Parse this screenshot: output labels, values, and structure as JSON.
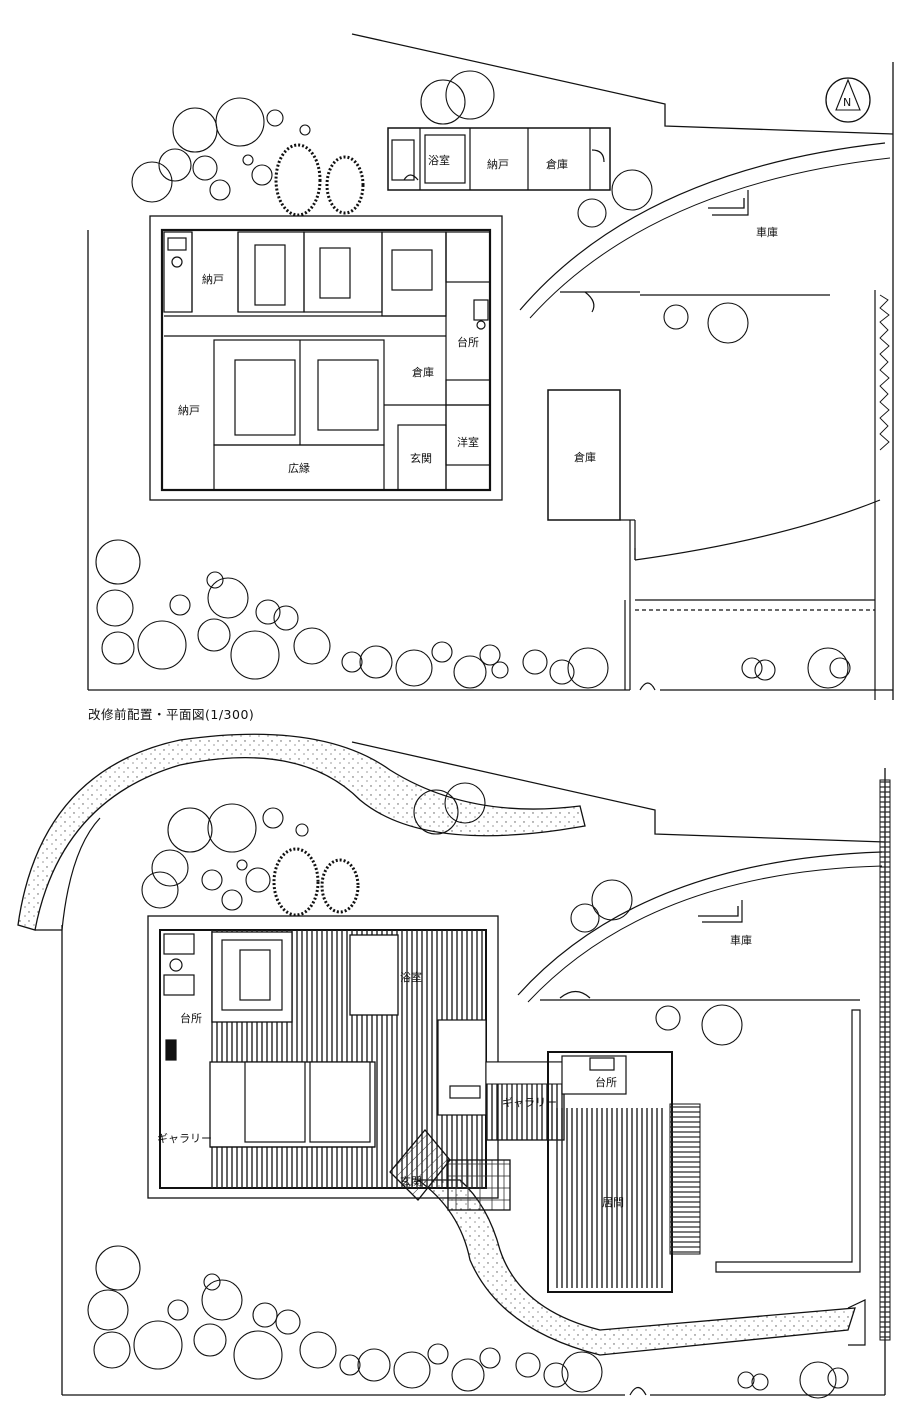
{
  "caption": "改修前配置・平面図(1/300)",
  "before": {
    "north_symbol": "N",
    "rooms": {
      "bath": "浴室",
      "storage_annex": "納戸",
      "warehouse_annex": "倉庫",
      "garage": "車庫",
      "storage_upper": "納戸",
      "storage_left": "納戸",
      "kitchen": "台所",
      "warehouse_main": "倉庫",
      "veranda": "広縁",
      "entrance": "玄関",
      "western_room": "洋室",
      "warehouse_right": "倉庫"
    }
  },
  "after": {
    "rooms": {
      "garage": "車庫",
      "bath": "浴室",
      "kitchen_left": "台所",
      "gallery_left": "ギャラリー",
      "gallery_center": "ギャラリー",
      "kitchen_right": "台所",
      "entrance": "玄関",
      "living": "居間"
    }
  }
}
